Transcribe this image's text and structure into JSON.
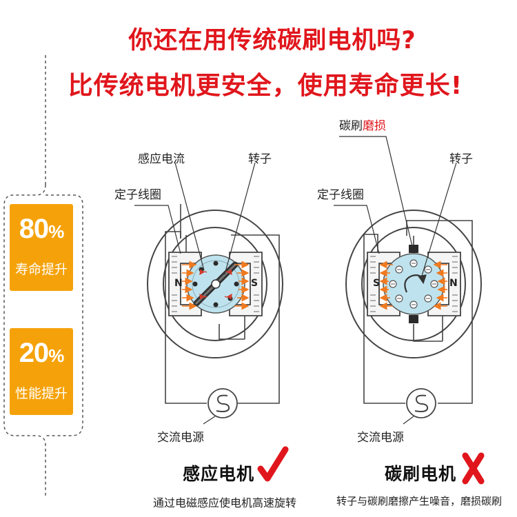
{
  "headline": {
    "line1": "你还在用传统碳刷电机吗?",
    "line2": "比传统电机更安全，使用寿命更长!"
  },
  "stats": [
    {
      "percent": "80",
      "unit": "%",
      "label": "寿命提升"
    },
    {
      "percent": "20",
      "unit": "%",
      "label": "性能提升"
    }
  ],
  "induction_motor": {
    "label_current": "感应电流",
    "label_rotor": "转子",
    "label_stator": "定子线圈",
    "pole_left": "N",
    "pole_right": "S",
    "source_label": "交流电源",
    "title": "感应电机",
    "description": "通过电磁感应使电机高速旋转",
    "verdict_icon": "check-icon"
  },
  "brushed_motor": {
    "label_brush_prefix": "碳刷",
    "label_brush_wear": "磨损",
    "label_rotor": "转子",
    "label_stator": "定子线圈",
    "pole_left": "S",
    "pole_right": "N",
    "source_label": "交流电源",
    "title": "碳刷电机",
    "description": "转子与碳刷磨擦产生噪音，磨损碳刷",
    "verdict_icon": "cross-icon"
  },
  "colors": {
    "headline_red": "#e0161c",
    "stat_orange": "#f5a20a",
    "rotor_blue": "#bfe3ee",
    "arrow_orange": "#f07a20"
  }
}
